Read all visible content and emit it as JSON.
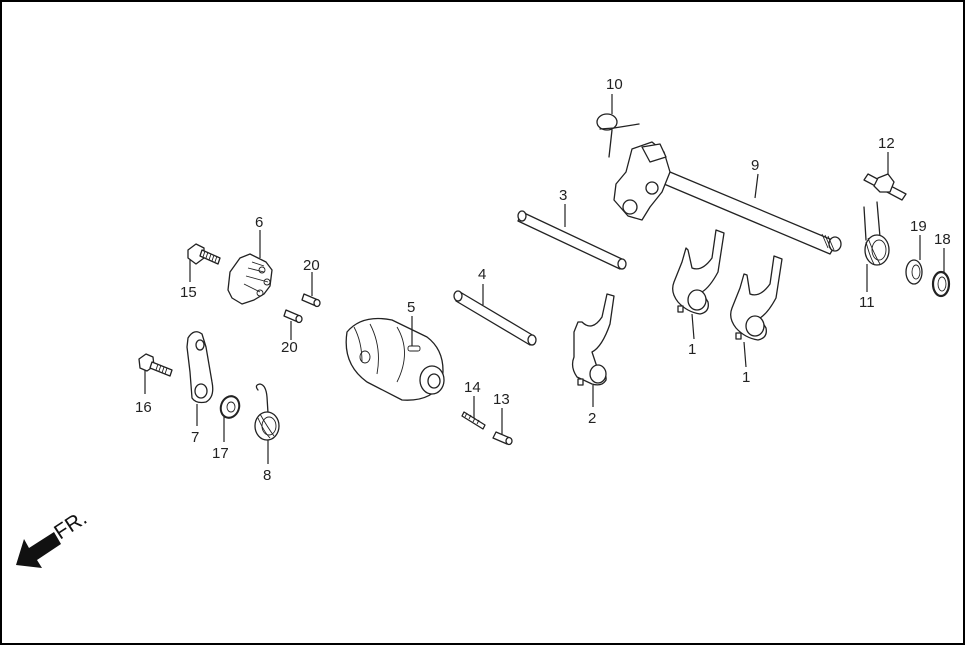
{
  "diagram": {
    "type": "exploded-parts-view",
    "subject": "gearshift drum / shift fork assembly",
    "direction_indicator": {
      "label": "FR.",
      "icon": "front-direction-arrow-icon"
    },
    "callouts": [
      {
        "id": "c1a",
        "label": "1",
        "part": "shift-fork"
      },
      {
        "id": "c1b",
        "label": "1",
        "part": "shift-fork"
      },
      {
        "id": "c2",
        "label": "2",
        "part": "shift-fork-center"
      },
      {
        "id": "c3",
        "label": "3",
        "part": "shift-fork-shaft"
      },
      {
        "id": "c4",
        "label": "4",
        "part": "shift-fork-shaft"
      },
      {
        "id": "c5",
        "label": "5",
        "part": "shift-drum"
      },
      {
        "id": "c6",
        "label": "6",
        "part": "drum-center-star"
      },
      {
        "id": "c7",
        "label": "7",
        "part": "stopper-arm"
      },
      {
        "id": "c8",
        "label": "8",
        "part": "stopper-arm-spring"
      },
      {
        "id": "c9",
        "label": "9",
        "part": "gearshift-spindle"
      },
      {
        "id": "c10",
        "label": "10",
        "part": "spindle-spring"
      },
      {
        "id": "c11",
        "label": "11",
        "part": "return-spring"
      },
      {
        "id": "c12",
        "label": "12",
        "part": "return-spring-pin"
      },
      {
        "id": "c13",
        "label": "13",
        "part": "pin"
      },
      {
        "id": "c14",
        "label": "14",
        "part": "spring"
      },
      {
        "id": "c15",
        "label": "15",
        "part": "bolt"
      },
      {
        "id": "c16",
        "label": "16",
        "part": "bolt"
      },
      {
        "id": "c17",
        "label": "17",
        "part": "washer"
      },
      {
        "id": "c18",
        "label": "18",
        "part": "washer"
      },
      {
        "id": "c19",
        "label": "19",
        "part": "snap-ring"
      },
      {
        "id": "c20a",
        "label": "20",
        "part": "dowel-pin"
      },
      {
        "id": "c20b",
        "label": "20",
        "part": "dowel-pin"
      }
    ]
  },
  "colors": {
    "line": "#222222",
    "background": "#ffffff",
    "border": "#000000"
  }
}
